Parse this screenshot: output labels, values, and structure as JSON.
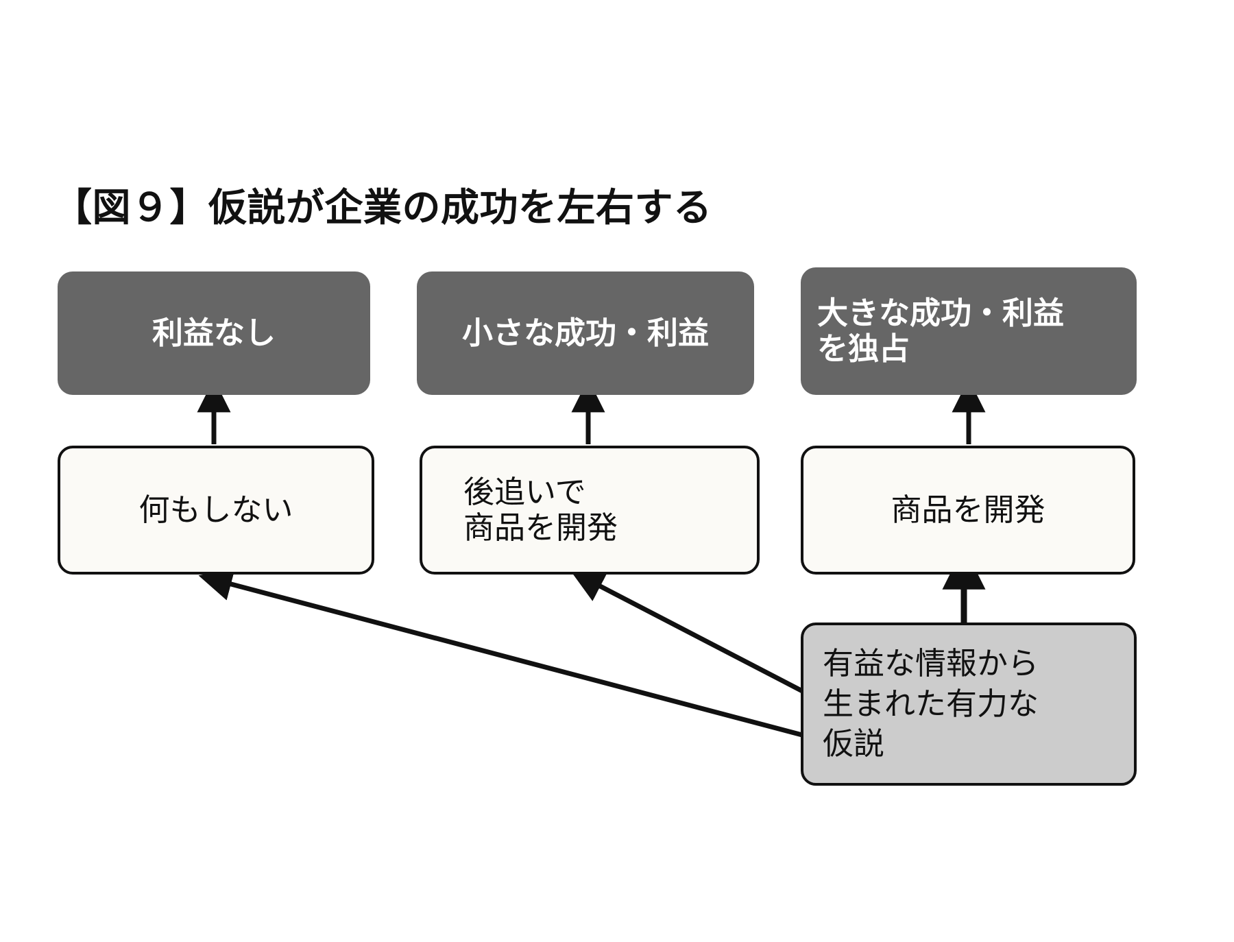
{
  "figure": {
    "title": "【図９】仮説が企業の成功を左右する",
    "colors": {
      "outcome_fill": "#666666",
      "outcome_text": "#ffffff",
      "action_fill": "#fbfaf6",
      "action_border": "#111111",
      "source_fill": "#cccccc",
      "arrow": "#111111",
      "background": "#ffffff"
    }
  },
  "outcomes": [
    {
      "id": "no-profit",
      "lines": [
        "利益なし"
      ]
    },
    {
      "id": "small-success",
      "lines": [
        "小さな成功・利益"
      ]
    },
    {
      "id": "big-success",
      "lines": [
        "大きな成功・利益",
        "を独占"
      ]
    }
  ],
  "actions": [
    {
      "id": "do-nothing",
      "lines": [
        "何もしない"
      ]
    },
    {
      "id": "follow-develop",
      "lines": [
        "後追いで",
        "商品を開発"
      ]
    },
    {
      "id": "develop-product",
      "lines": [
        "商品を開発"
      ]
    }
  ],
  "source": {
    "id": "strong-hypothesis",
    "lines": [
      "有益な情報から",
      "生まれた有力な",
      "仮説"
    ]
  },
  "arrows": [
    {
      "id": "action1-to-outcome1",
      "type": "vertical-up"
    },
    {
      "id": "action2-to-outcome2",
      "type": "vertical-up"
    },
    {
      "id": "action3-to-outcome3",
      "type": "vertical-up"
    },
    {
      "id": "source-to-action3",
      "type": "vertical-up"
    },
    {
      "id": "source-to-action1",
      "type": "diagonal-up-left"
    },
    {
      "id": "source-to-action2",
      "type": "diagonal-up-left"
    }
  ]
}
